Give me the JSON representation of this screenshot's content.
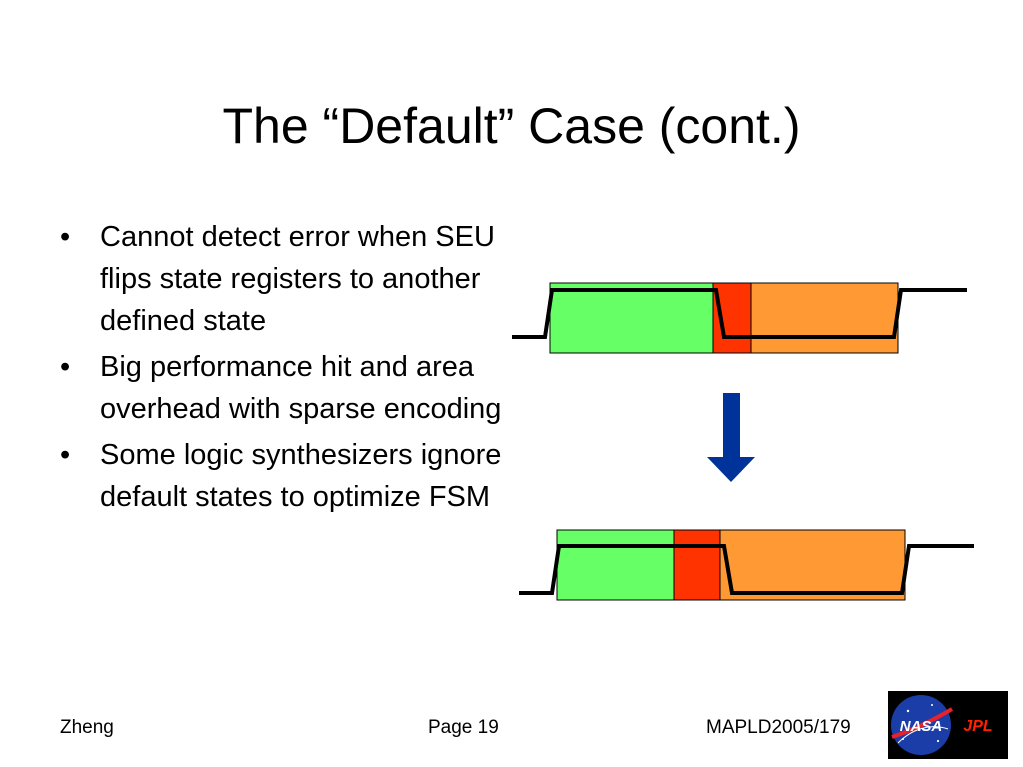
{
  "slide": {
    "title": "The “Default” Case (cont.)",
    "bullets": [
      "Cannot detect error when SEU flips state registers to another defined state",
      "Big performance hit and area overhead with sparse encoding",
      "Some logic synthesizers ignore default states to optimize FSM"
    ],
    "bullet_glyph": "•"
  },
  "footer": {
    "author": "Zheng",
    "page": "Page 19",
    "event": "MAPLD2005/179"
  },
  "logos": {
    "nasa": "NASA",
    "jpl": "JPL"
  },
  "colors": {
    "green": "#66ff66",
    "red": "#ff3300",
    "orange": "#ff9933",
    "arrow": "#003399",
    "jpl": "#ff2200"
  }
}
